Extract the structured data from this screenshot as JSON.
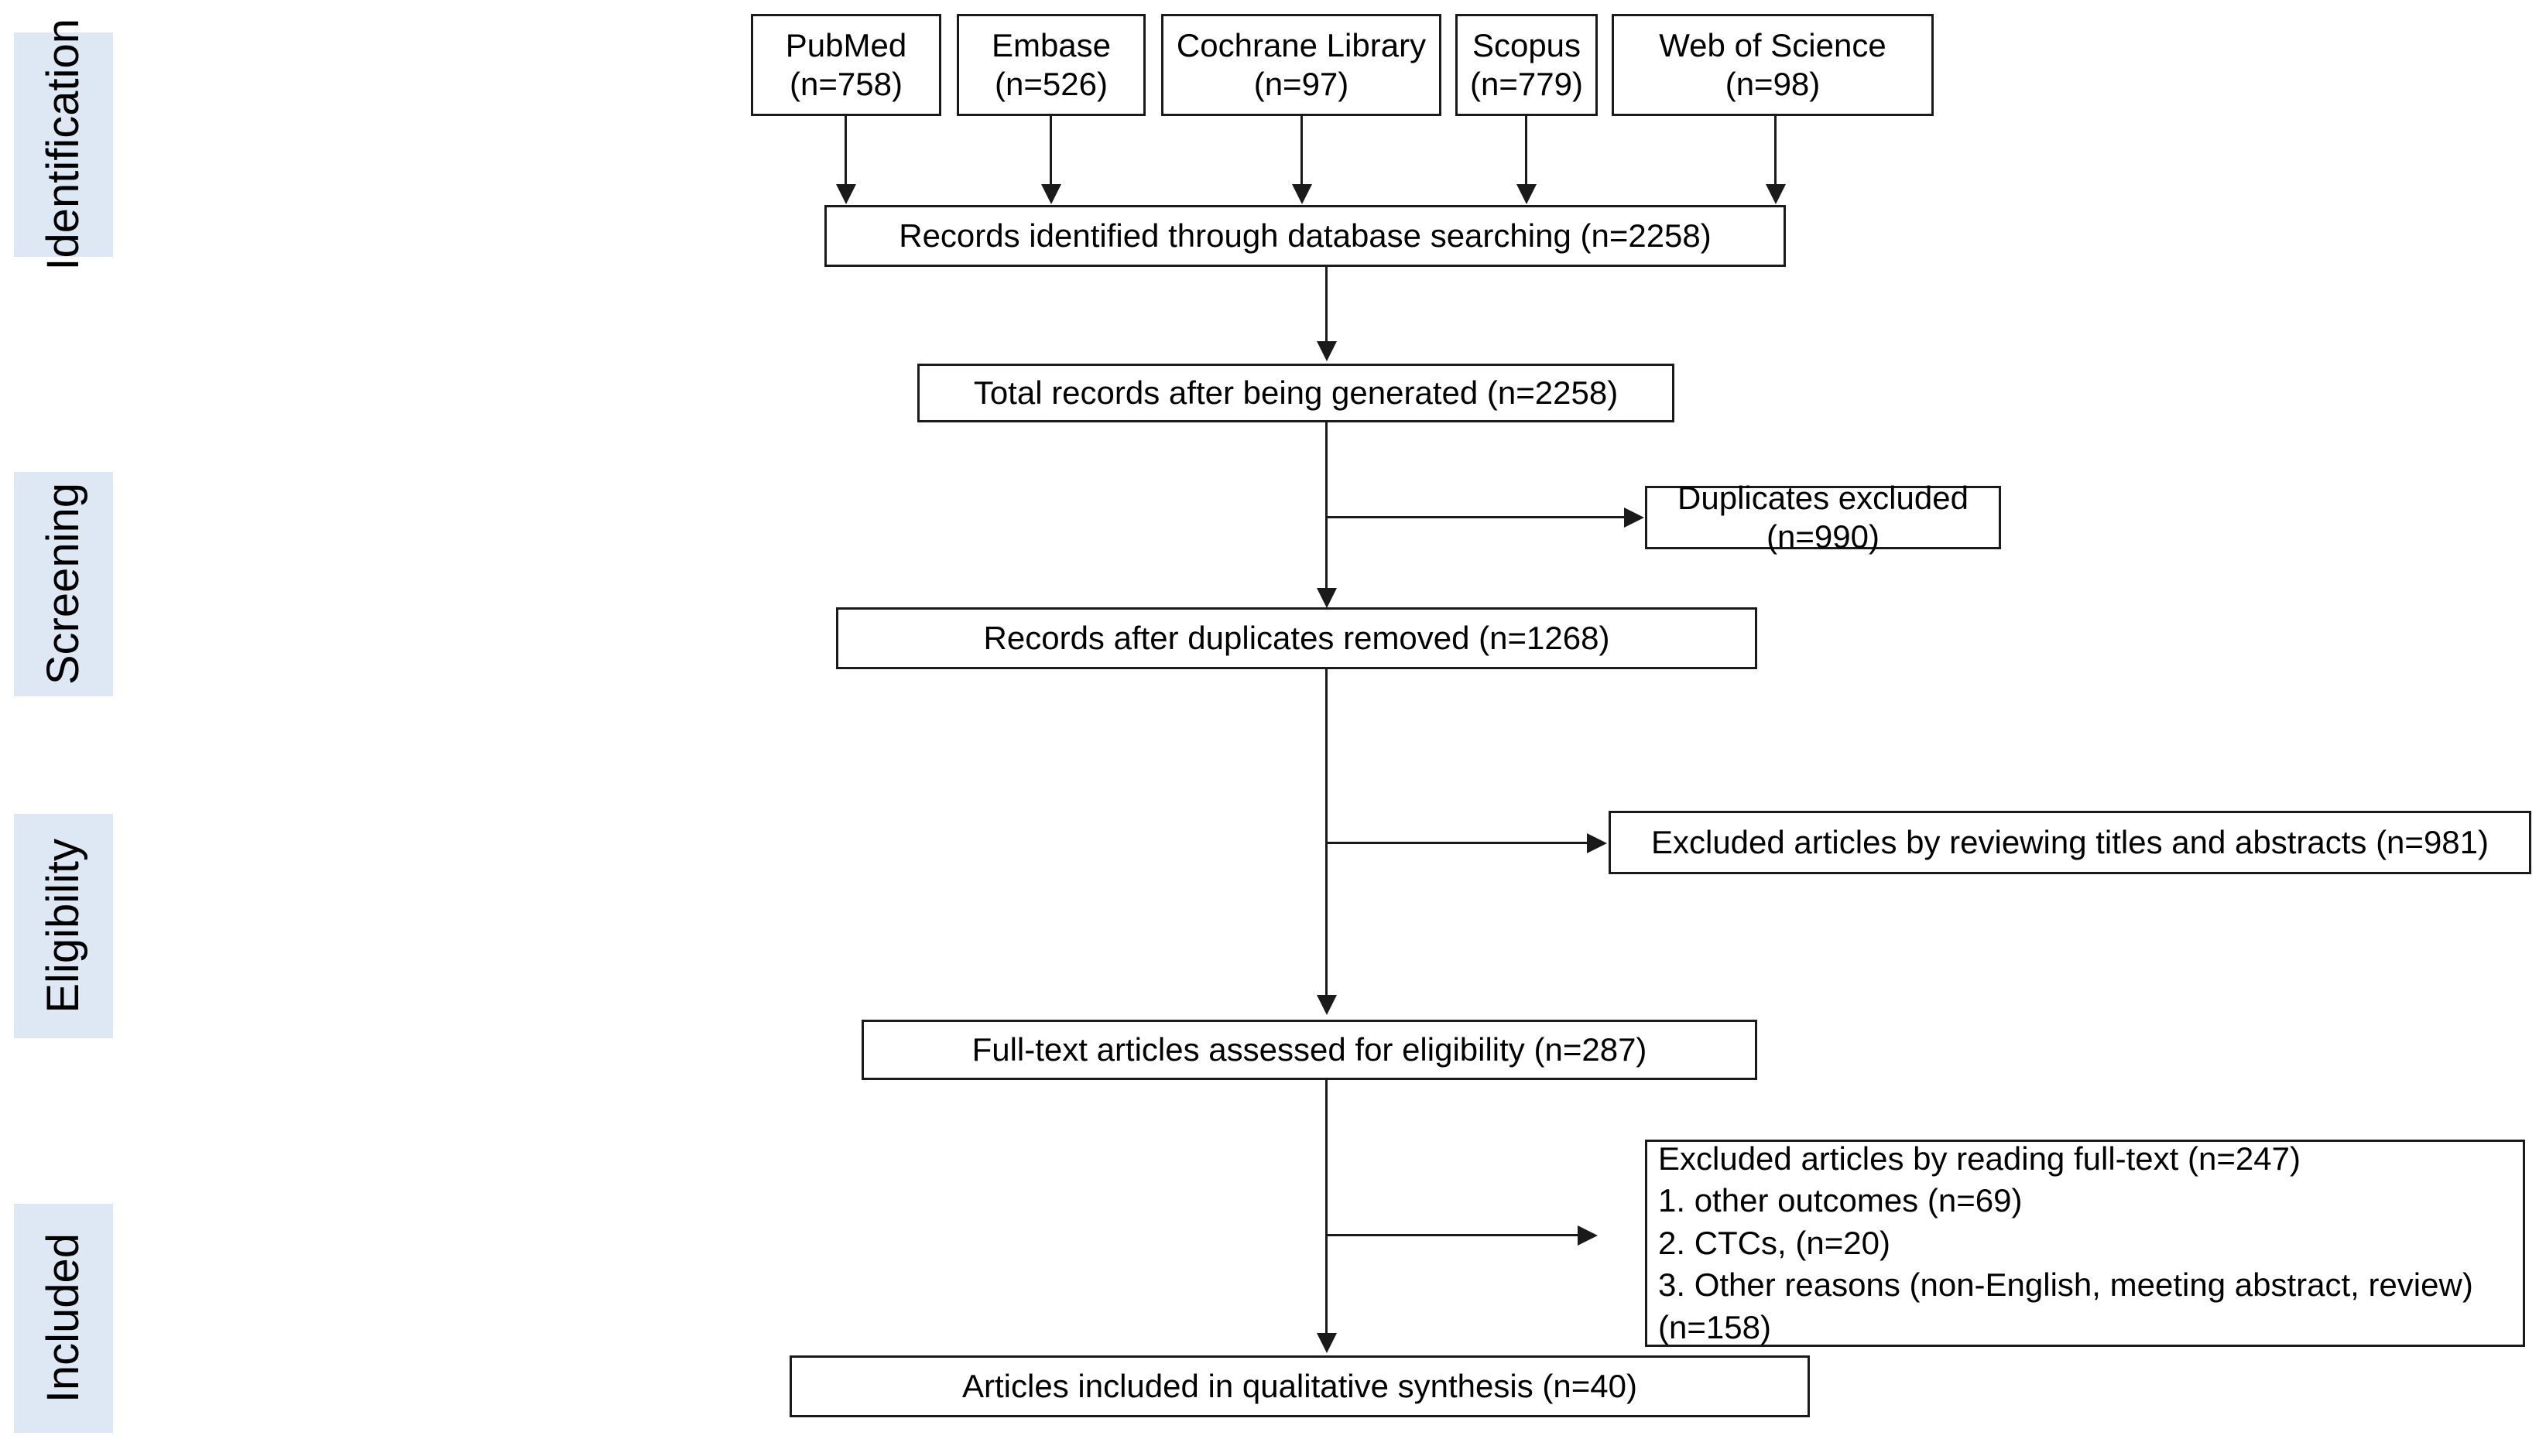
{
  "diagram": {
    "title": "PRISMA study selection flow diagram",
    "accent_color": "#dde8f4",
    "line_color": "#1a1a1a",
    "stages": [
      {
        "label": "Identification"
      },
      {
        "label": "Screening"
      },
      {
        "label": "Eligibility"
      },
      {
        "label": "Included"
      }
    ],
    "sources": [
      {
        "name": "PubMed",
        "count_label": "(n=758)",
        "text": "PubMed\n(n=758)"
      },
      {
        "name": "Embase",
        "count_label": "(n=526)",
        "text": "Embase\n(n=526)"
      },
      {
        "name": "Cochrane Library",
        "count_label": "(n=97)",
        "text": "Cochrane Library\n(n=97)"
      },
      {
        "name": "Scopus",
        "count_label": "(n=779)",
        "text": "Scopus\n(n=779)"
      },
      {
        "name": "Web of Science",
        "count_label": "(n=98)",
        "text": "Web of Science\n(n=98)"
      }
    ],
    "flow": {
      "identified": "Records identified through database searching (n=2258)",
      "total_generated": "Total records after being generated (n=2258)",
      "duplicates_excluded": "Duplicates excluded (n=990)",
      "after_duplicates": "Records after duplicates removed (n=1268)",
      "excluded_titles_abstracts": "Excluded articles by reviewing titles and abstracts (n=981)",
      "fulltext_assessed": "Full-text articles assessed for eligibility (n=287)",
      "excluded_fulltext": "Excluded articles by reading full-text (n=247)\n1. other outcomes (n=69)\n2. CTCs, (n=20)\n3. Other reasons (non-English, meeting abstract, review)\n(n=158)",
      "included_final": "Articles included in qualitative synthesis (n=40)"
    }
  },
  "chart_data": {
    "type": "diagram",
    "title": "PRISMA flow of study selection",
    "nodes": [
      {
        "id": "pubmed",
        "label": "PubMed",
        "n": 758
      },
      {
        "id": "embase",
        "label": "Embase",
        "n": 526
      },
      {
        "id": "cochrane",
        "label": "Cochrane Library",
        "n": 97
      },
      {
        "id": "scopus",
        "label": "Scopus",
        "n": 779
      },
      {
        "id": "wos",
        "label": "Web of Science",
        "n": 98
      },
      {
        "id": "identified",
        "label": "Records identified through database searching",
        "n": 2258
      },
      {
        "id": "total",
        "label": "Total records after being generated",
        "n": 2258
      },
      {
        "id": "dup_excluded",
        "label": "Duplicates excluded",
        "n": 990
      },
      {
        "id": "after_dup",
        "label": "Records after duplicates removed",
        "n": 1268
      },
      {
        "id": "excl_titles",
        "label": "Excluded articles by reviewing titles and abstracts",
        "n": 981
      },
      {
        "id": "fulltext",
        "label": "Full-text articles assessed for eligibility",
        "n": 287
      },
      {
        "id": "excl_fulltext",
        "label": "Excluded articles by reading full-text",
        "n": 247
      },
      {
        "id": "excl_outcomes",
        "label": "1. other outcomes",
        "n": 69
      },
      {
        "id": "excl_ctcs",
        "label": "2. CTCs,",
        "n": 20
      },
      {
        "id": "excl_other",
        "label": "3. Other reasons (non-English, meeting abstract, review)",
        "n": 158
      },
      {
        "id": "included",
        "label": "Articles included in qualitative synthesis",
        "n": 40
      }
    ],
    "edges": [
      {
        "from": "pubmed",
        "to": "identified"
      },
      {
        "from": "embase",
        "to": "identified"
      },
      {
        "from": "cochrane",
        "to": "identified"
      },
      {
        "from": "scopus",
        "to": "identified"
      },
      {
        "from": "wos",
        "to": "identified"
      },
      {
        "from": "identified",
        "to": "total"
      },
      {
        "from": "total",
        "to": "dup_excluded"
      },
      {
        "from": "total",
        "to": "after_dup"
      },
      {
        "from": "after_dup",
        "to": "excl_titles"
      },
      {
        "from": "after_dup",
        "to": "fulltext"
      },
      {
        "from": "fulltext",
        "to": "excl_fulltext"
      },
      {
        "from": "fulltext",
        "to": "included"
      }
    ],
    "stages": [
      "Identification",
      "Screening",
      "Eligibility",
      "Included"
    ]
  }
}
